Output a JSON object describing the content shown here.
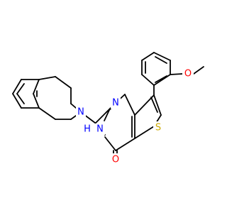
{
  "molecule": {
    "colors": {
      "bond": "#000000",
      "N": "#0000ff",
      "O": "#ff0000",
      "S": "#ccaa00"
    },
    "atom_labels": {
      "n_ring_upper": "N",
      "nh_ring": "NH",
      "h_label": "H",
      "n_ring_lower": "N",
      "n_isoquinoline": "N",
      "s_thiophene": "S",
      "o_carbonyl": "O",
      "o_methoxy": "O"
    }
  }
}
